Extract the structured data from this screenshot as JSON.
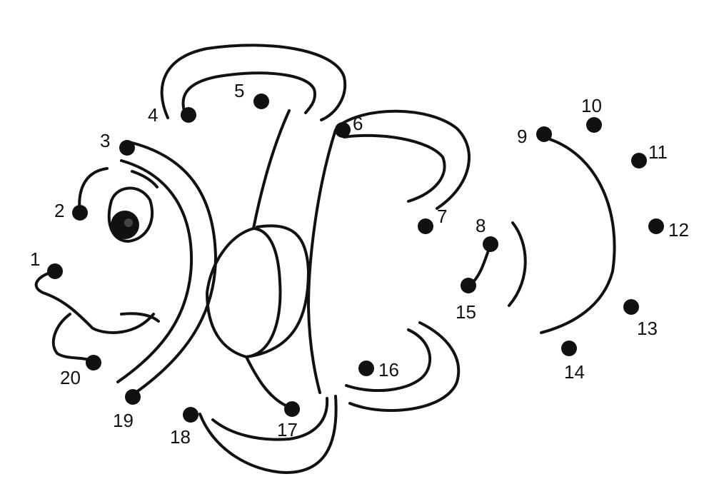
{
  "colors": {
    "ink": "#111111",
    "paper": "#ffffff"
  },
  "dots": [
    {
      "label": "1"
    },
    {
      "label": "2"
    },
    {
      "label": "3"
    },
    {
      "label": "4"
    },
    {
      "label": "5"
    },
    {
      "label": "6"
    },
    {
      "label": "7"
    },
    {
      "label": "8"
    },
    {
      "label": "9"
    },
    {
      "label": "10"
    },
    {
      "label": "11"
    },
    {
      "label": "12"
    },
    {
      "label": "13"
    },
    {
      "label": "14"
    },
    {
      "label": "15"
    },
    {
      "label": "16"
    },
    {
      "label": "17"
    },
    {
      "label": "18"
    },
    {
      "label": "19"
    },
    {
      "label": "20"
    }
  ]
}
